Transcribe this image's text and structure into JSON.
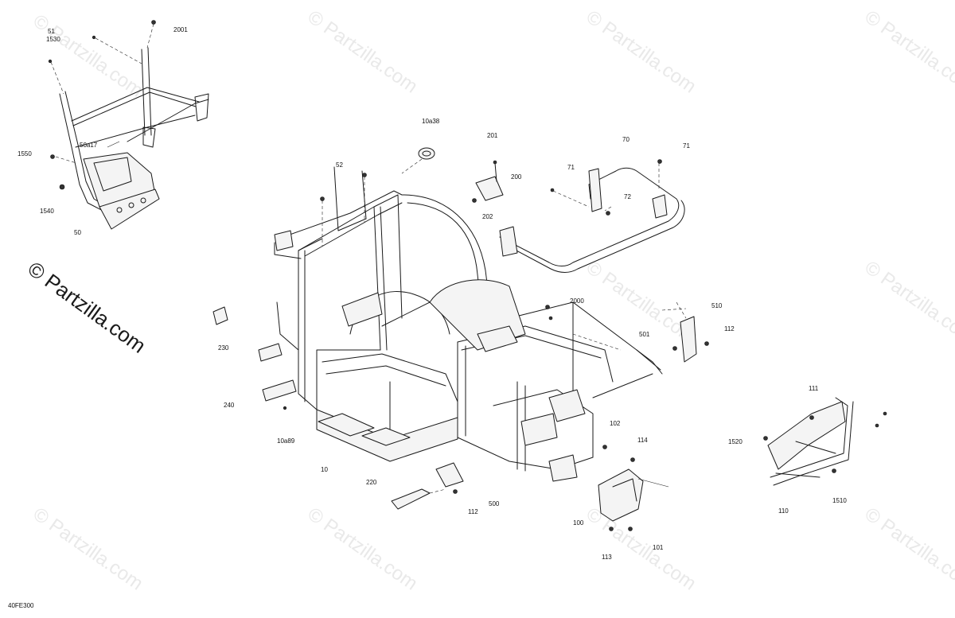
{
  "diagram": {
    "code": "40FE300",
    "watermark": "© Partzilla.com",
    "callouts": {
      "c51": "51",
      "c1530": "1530",
      "c2001": "2001",
      "c50a17": "50a17",
      "c1550": "1550",
      "c1540": "1540",
      "c50": "50",
      "c10a38": "10a38",
      "c52": "52",
      "c201": "201",
      "c200": "200",
      "c202": "202",
      "c70": "70",
      "c71a": "71",
      "c71b": "71",
      "c72": "72",
      "c2000": "2000",
      "c510": "510",
      "c501": "501",
      "c112a": "112",
      "c230": "230",
      "c240": "240",
      "c10a89": "10a89",
      "c10": "10",
      "c220": "220",
      "c112b": "112",
      "c500": "500",
      "c102": "102",
      "c114": "114",
      "c100": "100",
      "c101": "101",
      "c113": "113",
      "c111": "111",
      "c1520": "1520",
      "c110": "110",
      "c1510": "1510"
    }
  }
}
